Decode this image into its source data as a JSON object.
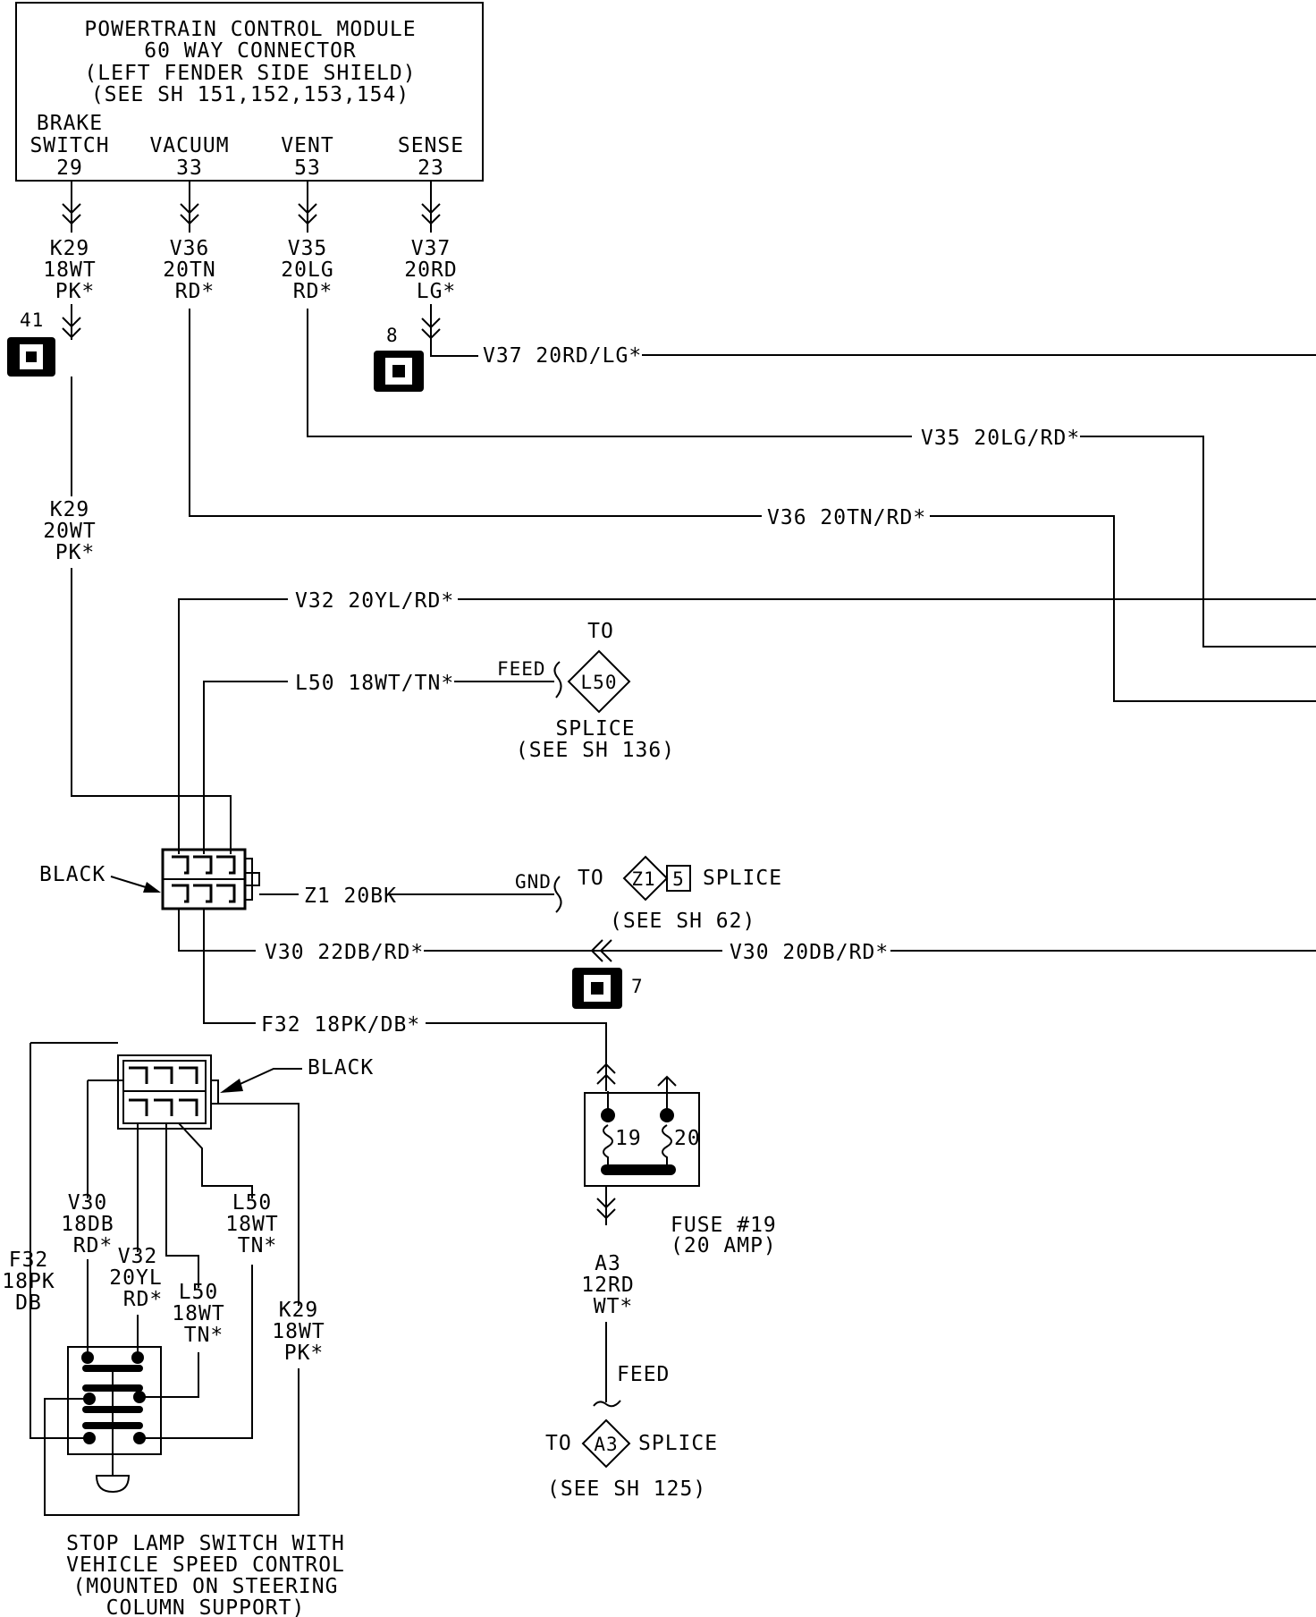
{
  "pcm": {
    "title_lines": [
      "POWERTRAIN CONTROL MODULE",
      "60 WAY CONNECTOR",
      "(LEFT FENDER SIDE SHIELD)",
      "(SEE SH 151,152,153,154)"
    ],
    "pins": [
      {
        "name_lines": [
          "BRAKE",
          "SWITCH"
        ],
        "number": "29",
        "wire_lines": [
          "K29",
          "18WT",
          "PK*"
        ]
      },
      {
        "name_lines": [
          "VACUUM"
        ],
        "number": "33",
        "wire_lines": [
          "V36",
          "20TN",
          "RD*"
        ]
      },
      {
        "name_lines": [
          "VENT"
        ],
        "number": "53",
        "wire_lines": [
          "V35",
          "20LG",
          "RD*"
        ]
      },
      {
        "name_lines": [
          "SENSE"
        ],
        "number": "23",
        "wire_lines": [
          "V37",
          "20RD",
          "LG*"
        ]
      }
    ]
  },
  "connectors": {
    "c41": "41",
    "c8": "8",
    "c7": "7"
  },
  "wires": {
    "v37": "V37 20RD/LG*",
    "v35": "V35 20LG/RD*",
    "v36": "V36 20TN/RD*",
    "k29_lines": [
      "K29",
      "20WT",
      "PK*"
    ],
    "v32": "V32 20YL/RD*",
    "l50": "L50 18WT/TN*",
    "z1": "Z1 20BK",
    "v30_left": "V30 22DB/RD*",
    "v30_right": "V30 20DB/RD*",
    "f32": "F32 18PK/DB*"
  },
  "l50_splice": {
    "to": "TO",
    "feed": "FEED",
    "id": "L50",
    "label_lines": [
      "SPLICE",
      "(SEE SH 136)"
    ]
  },
  "z1_splice": {
    "gnd": "GND",
    "to": "TO",
    "id": "Z1",
    "num": "5",
    "splice": "SPLICE",
    "see": "(SEE SH 62)"
  },
  "black_upper": "BLACK",
  "black_lower": "BLACK",
  "fuse": {
    "pin_a": "19",
    "pin_b": "20",
    "label_lines": [
      "FUSE #19",
      "(20 AMP)"
    ],
    "wire_lines": [
      "A3",
      "12RD",
      "WT*"
    ],
    "feed": "FEED"
  },
  "a3_splice": {
    "to": "TO",
    "id": "A3",
    "splice": "SPLICE",
    "see": "(SEE SH 125)"
  },
  "switch_wires": {
    "v30_lines": [
      "V30",
      "18DB",
      "RD*"
    ],
    "f32_lines": [
      "F32",
      "18PK",
      "DB"
    ],
    "v32_lines": [
      "V32",
      "20YL",
      "RD*"
    ],
    "l50a_lines": [
      "L50",
      "18WT",
      "TN*"
    ],
    "l50b_lines": [
      "L50",
      "18WT",
      "TN*"
    ],
    "k29_lines": [
      "K29",
      "18WT",
      "PK*"
    ]
  },
  "stop_lamp_lines": [
    "STOP LAMP SWITCH WITH",
    "VEHICLE SPEED CONTROL",
    "(MOUNTED ON STEERING",
    "COLUMN SUPPORT)"
  ]
}
